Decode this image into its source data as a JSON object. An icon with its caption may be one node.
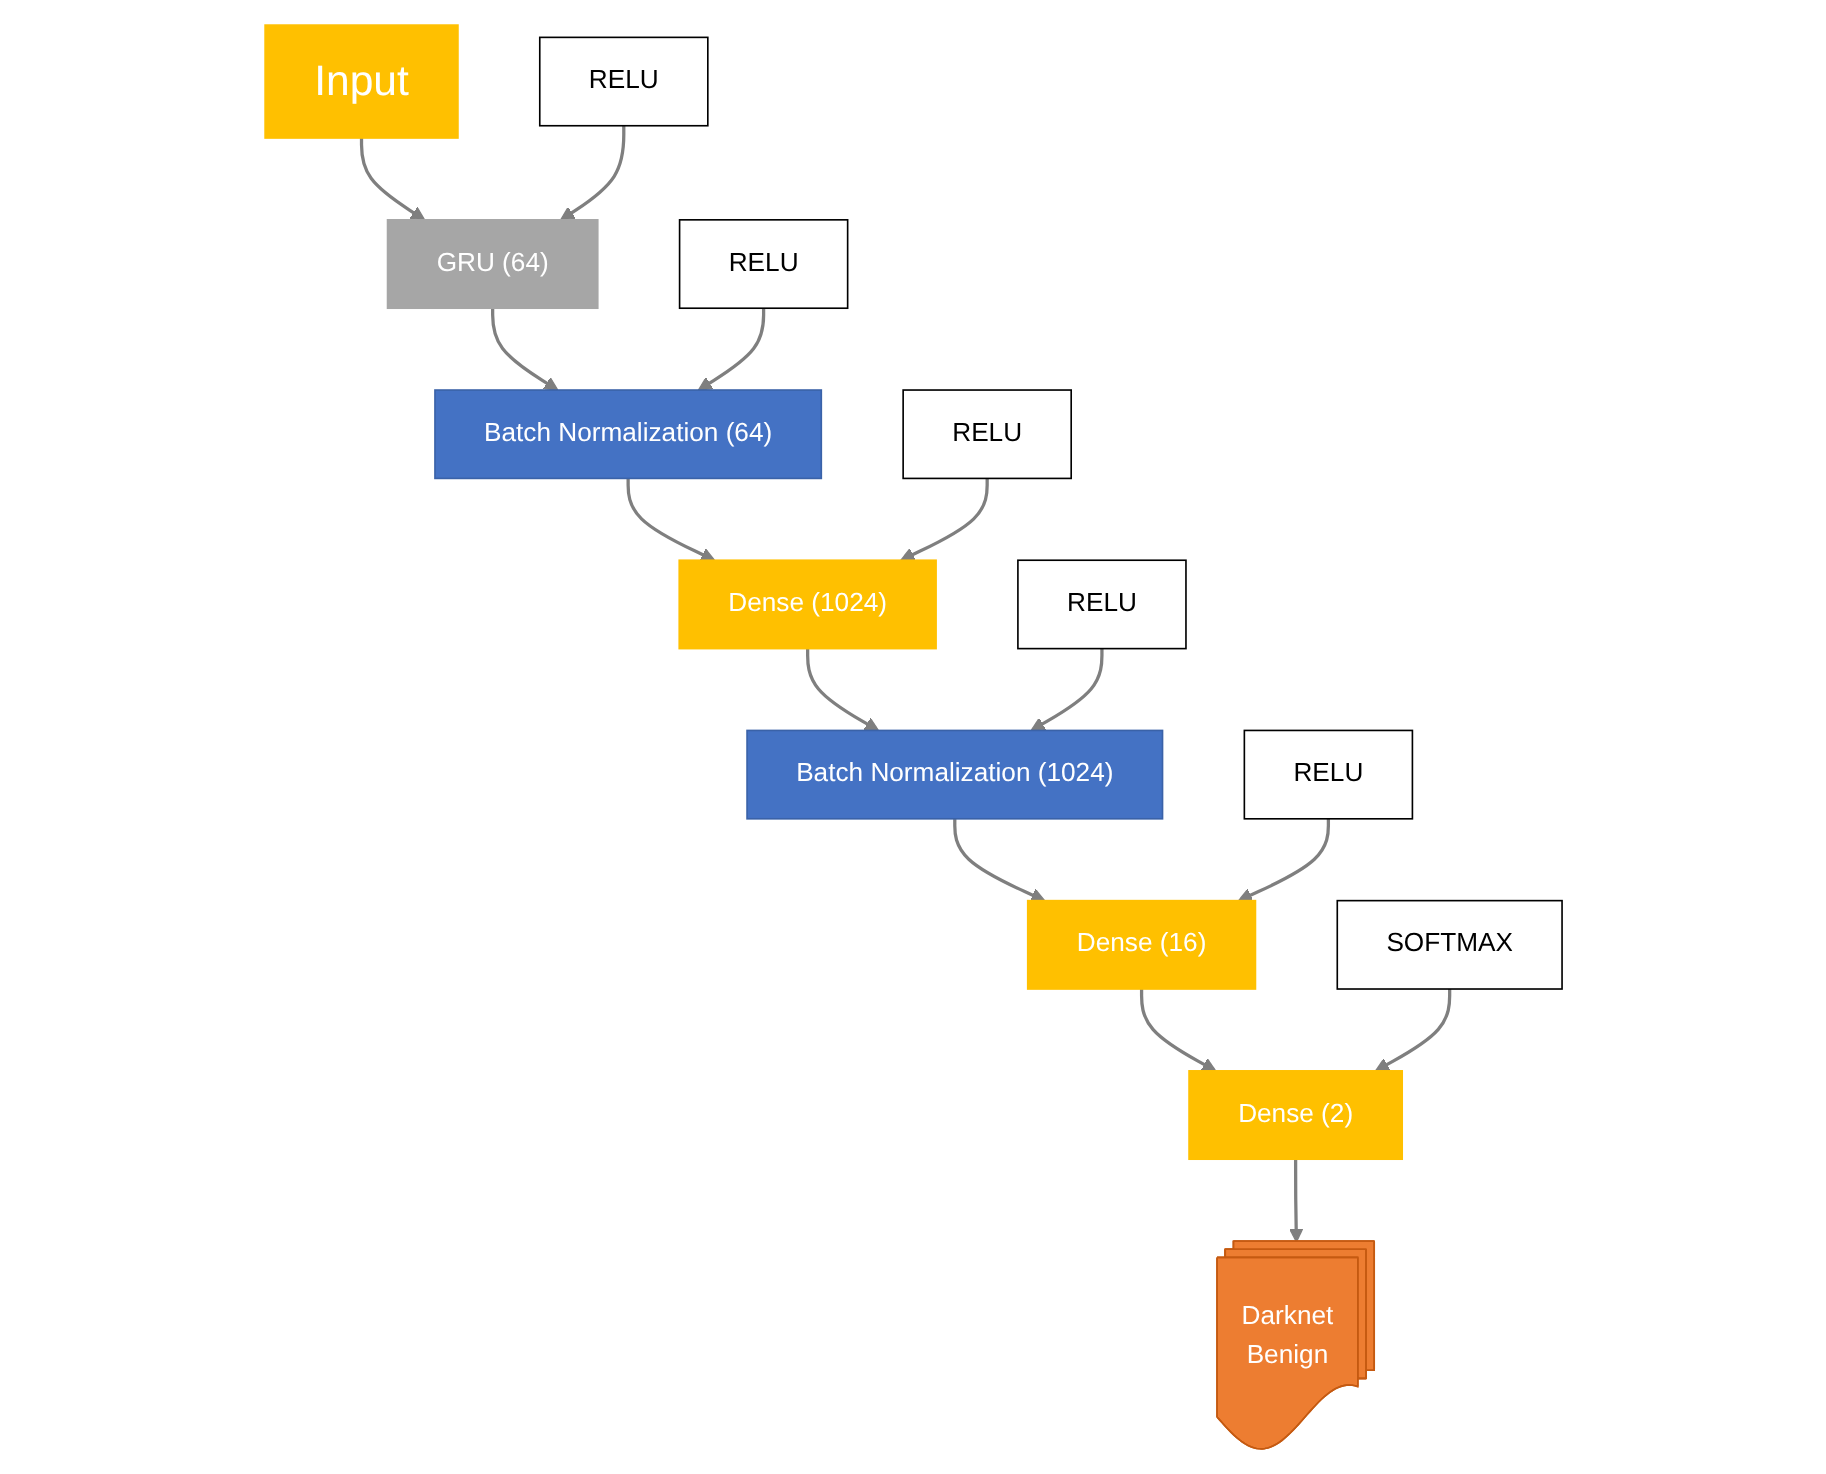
{
  "diagram": {
    "nodes": [
      {
        "text": [
          "Input"
        ]
      },
      {
        "text": [
          "GRU (64)"
        ]
      },
      {
        "text": [
          "RELU"
        ]
      },
      {
        "text": [
          "Batch Normalization (64)"
        ]
      },
      {
        "text": [
          "RELU"
        ]
      },
      {
        "text": [
          "Dense (1024)"
        ]
      },
      {
        "text": [
          "RELU"
        ]
      },
      {
        "text": [
          "Batch Normalization (1024)"
        ]
      },
      {
        "text": [
          "RELU"
        ]
      },
      {
        "text": [
          "Dense (16)"
        ]
      },
      {
        "text": [
          "RELU"
        ]
      },
      {
        "text": [
          "Dense (2)"
        ]
      },
      {
        "text": [
          "SOFTMAX"
        ]
      },
      {
        "text": [
          "Darknet",
          "Benign"
        ]
      }
    ],
    "edges": [
      {
        "from": 0,
        "to": 1,
        "arrow": "to"
      },
      {
        "from": 2,
        "to": 1,
        "arrow": "to"
      },
      {
        "from": 1,
        "to": 3,
        "arrow": "to"
      },
      {
        "from": 4,
        "to": 3,
        "arrow": "to"
      },
      {
        "from": 3,
        "to": 5,
        "arrow": "to"
      },
      {
        "from": 6,
        "to": 5,
        "arrow": "to"
      },
      {
        "from": 5,
        "to": 7,
        "arrow": "to"
      },
      {
        "from": 8,
        "to": 7,
        "arrow": "to"
      },
      {
        "from": 7,
        "to": 9,
        "arrow": "to"
      },
      {
        "from": 10,
        "to": 9,
        "arrow": "to"
      },
      {
        "from": 9,
        "to": 11,
        "arrow": "to"
      },
      {
        "from": 12,
        "to": 11,
        "arrow": "to"
      },
      {
        "from": 11,
        "to": 13,
        "arrow": "to"
      }
    ]
  }
}
